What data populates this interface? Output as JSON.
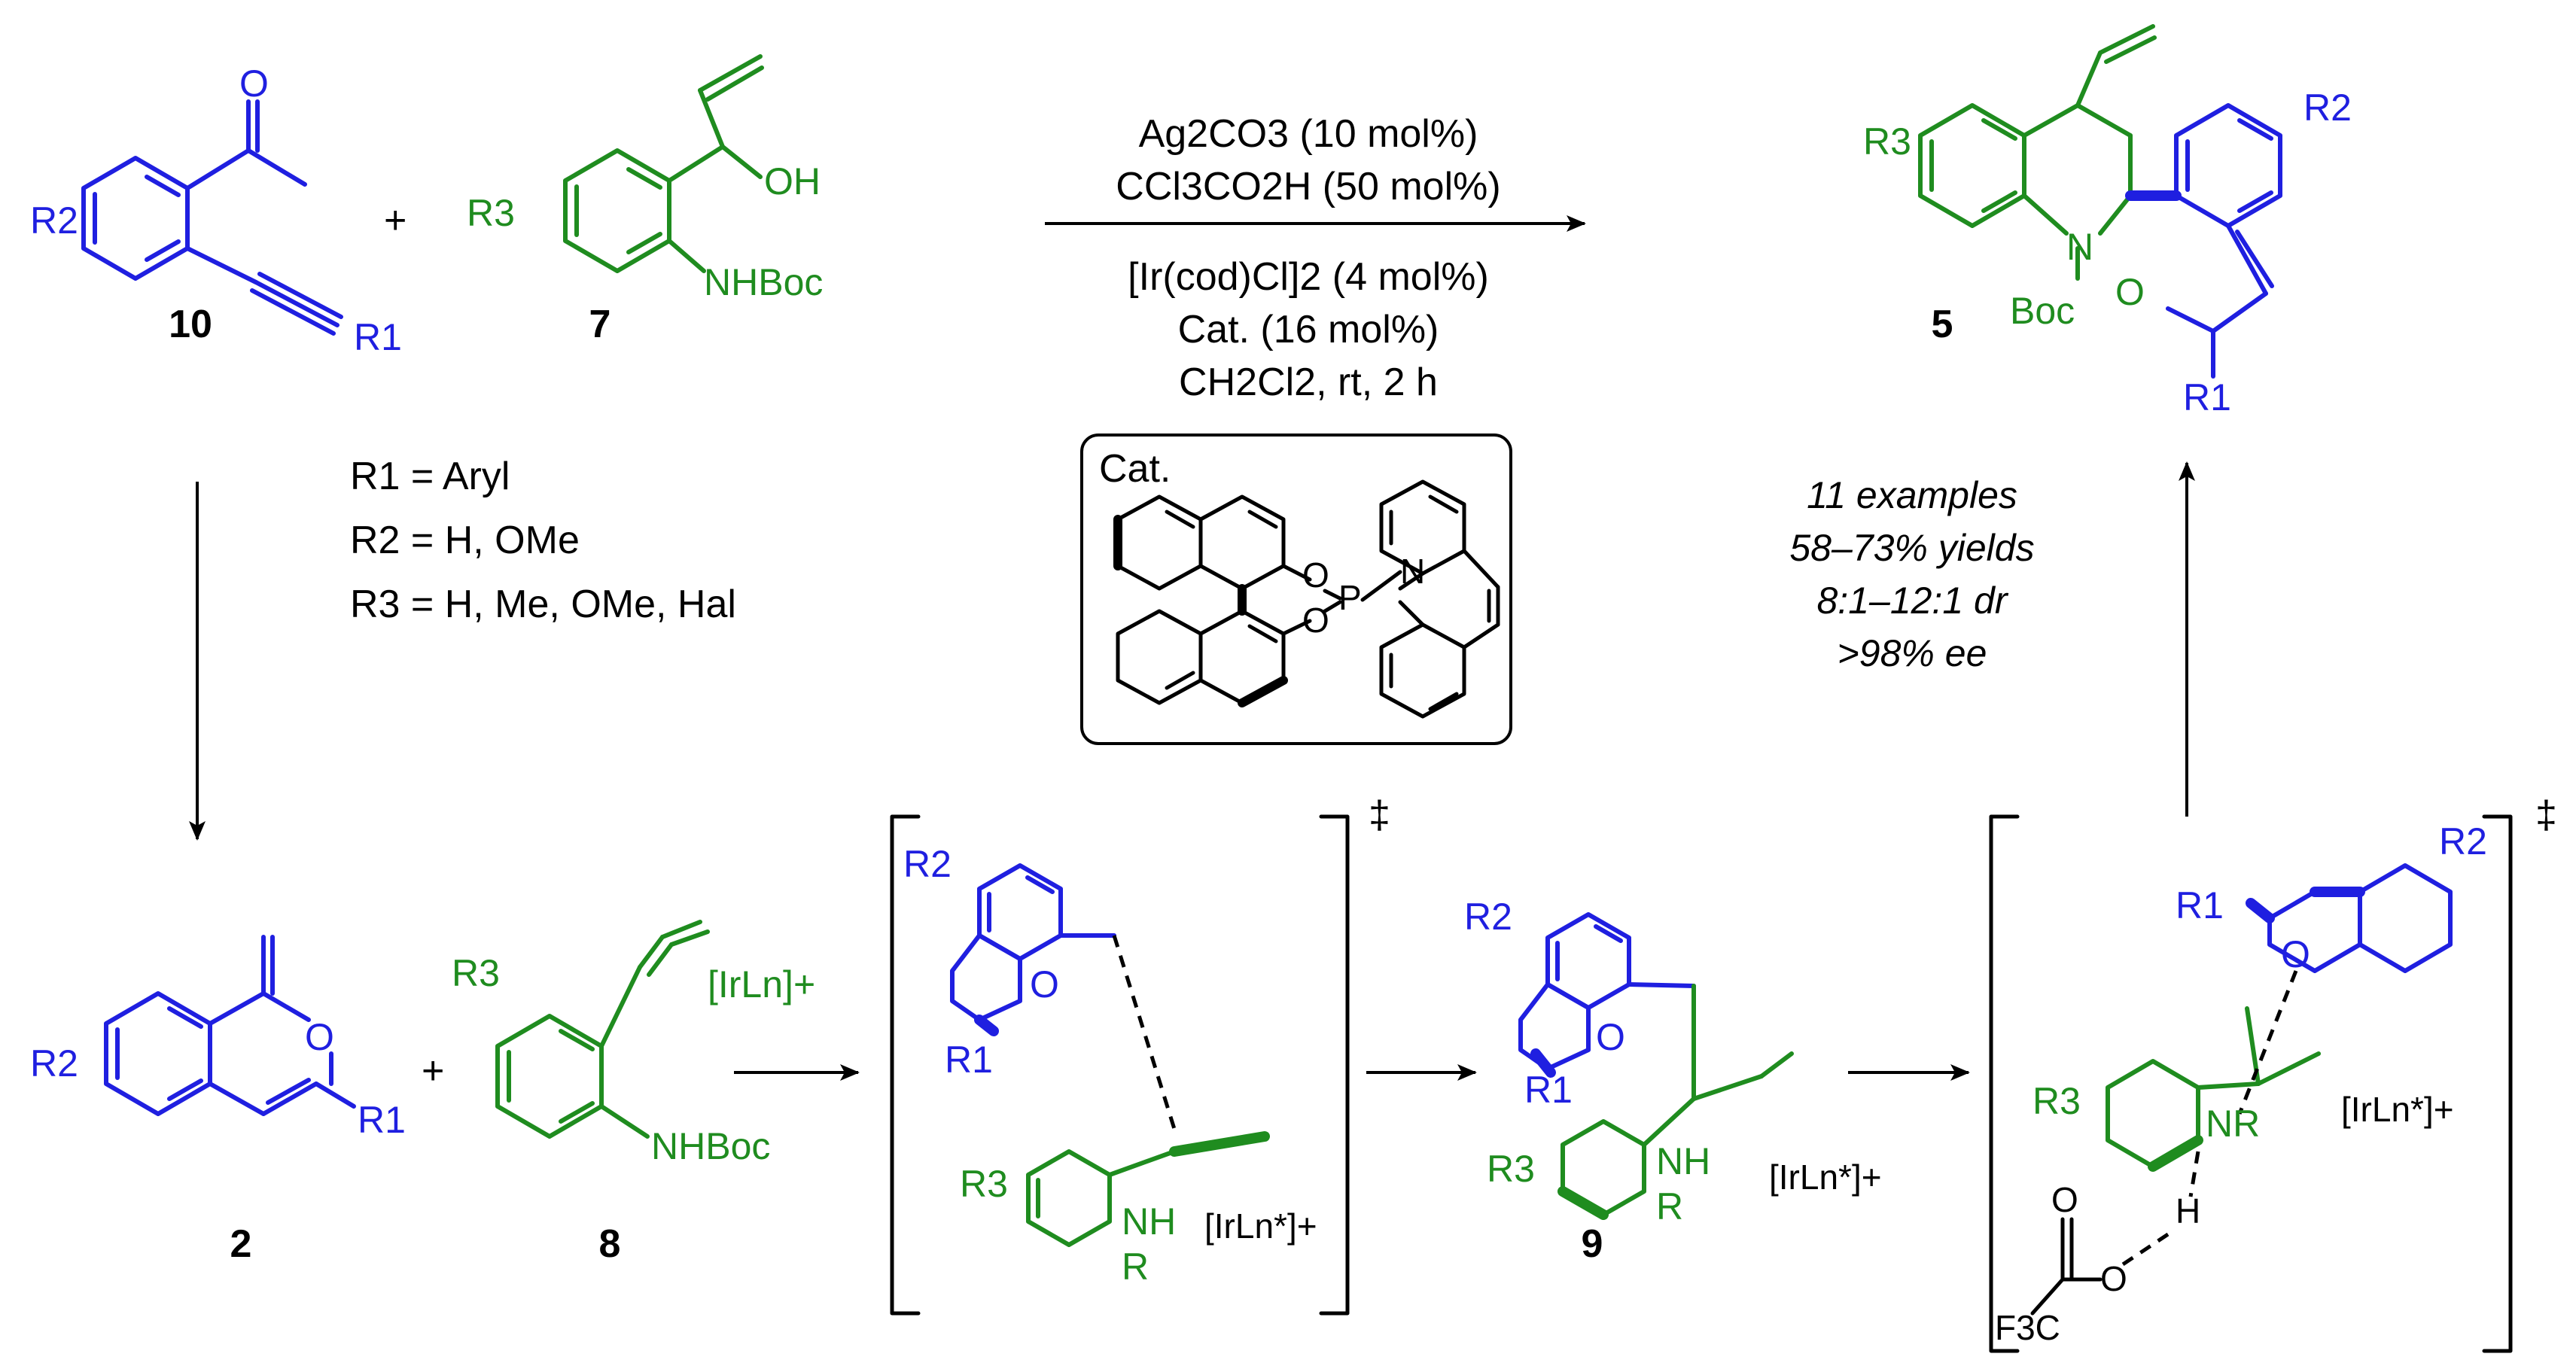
{
  "compounds": {
    "c10": {
      "number": "10",
      "r1": "R1",
      "r2": "R2"
    },
    "c7": {
      "number": "7",
      "r3": "R3",
      "oh": "OH",
      "nhboc": "NHBoc"
    },
    "c5": {
      "number": "5",
      "r3": "R3",
      "r2": "R2",
      "r1": "R1",
      "n": "N",
      "o": "O",
      "boc": "Boc"
    },
    "c2": {
      "number": "2",
      "r2": "R2",
      "r1": "R1",
      "o": "O"
    },
    "c8": {
      "number": "8",
      "r3": "R3",
      "nhboc": "NHBoc",
      "irln": "[IrLn]+"
    },
    "c9": {
      "number": "9",
      "r2": "R2",
      "r1": "R1",
      "r3": "R3",
      "o": "O",
      "nh": "NH",
      "r": "R",
      "irln": "[IrLn*]+"
    }
  },
  "plus_sign": "+",
  "conditions": {
    "line1": "Ag2CO3 (10 mol%)",
    "line2": "CCl3CO2H (50 mol%)",
    "line3": "[Ir(cod)Cl]2 (4 mol%)",
    "line4": "Cat. (16 mol%)",
    "line5": "CH2Cl2, rt, 2 h"
  },
  "substituents": {
    "r1": "R1 = Aryl",
    "r2": "R2 = H, OMe",
    "r3": "R3 =  H, Me, OMe, Hal"
  },
  "catalyst": {
    "label": "Cat.",
    "o1": "O",
    "o2": "O",
    "p": "P",
    "n": "N"
  },
  "results": {
    "examples": "11 examples",
    "yields": "58–73% yields",
    "dr": "8:1–12:1 dr",
    "ee": ">98% ee"
  },
  "ts1": {
    "r2": "R2",
    "r1": "R1",
    "o": "O",
    "r3": "R3",
    "nh": "NH",
    "r": "R",
    "irln": "[IrLn*]+",
    "dagger": "‡"
  },
  "ts2": {
    "r1": "R1",
    "r2": "R2",
    "o": "O",
    "r3": "R3",
    "nr": "NR",
    "h": "H",
    "o_acid": "O",
    "o_carbonyl": "O",
    "cf3": "F3C",
    "irln": "[IrLn*]+",
    "dagger": "‡"
  },
  "colors": {
    "blue": "#1f1fe0",
    "green": "#1f8c1f",
    "black": "#000000"
  }
}
